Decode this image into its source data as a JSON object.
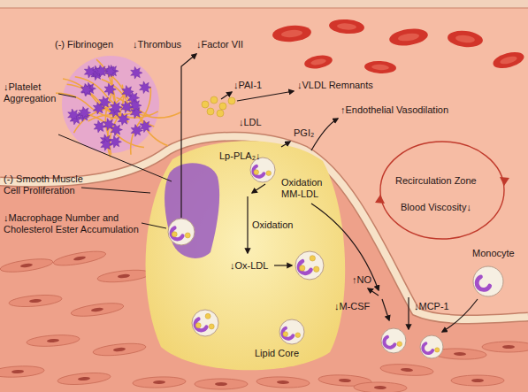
{
  "diagram": {
    "nodes": [
      {
        "text": [
          "Lipid Core"
        ]
      }
    ],
    "labels": [
      "(-) Fibrinogen",
      "↓Thrombus",
      "↓Factor VII",
      "↓PAI-1",
      "↓VLDL Remnants",
      "↑Endothelial Vasodilation",
      "↓Platelet Aggregation",
      "↓LDL",
      "PGI₂",
      "Lp-PLA₂↓",
      "Recirculation Zone",
      "Blood Viscosity↓",
      "(-) Smooth Muscle Cell Proliferation",
      "Oxidation MM-LDL",
      "↓Macrophage Number and Cholesterol Ester Accumulation",
      "Oxidation",
      "↑NO",
      "Monocyte",
      "↓Ox-LDL",
      "↓M-CSF",
      "↓MCP-1"
    ]
  }
}
